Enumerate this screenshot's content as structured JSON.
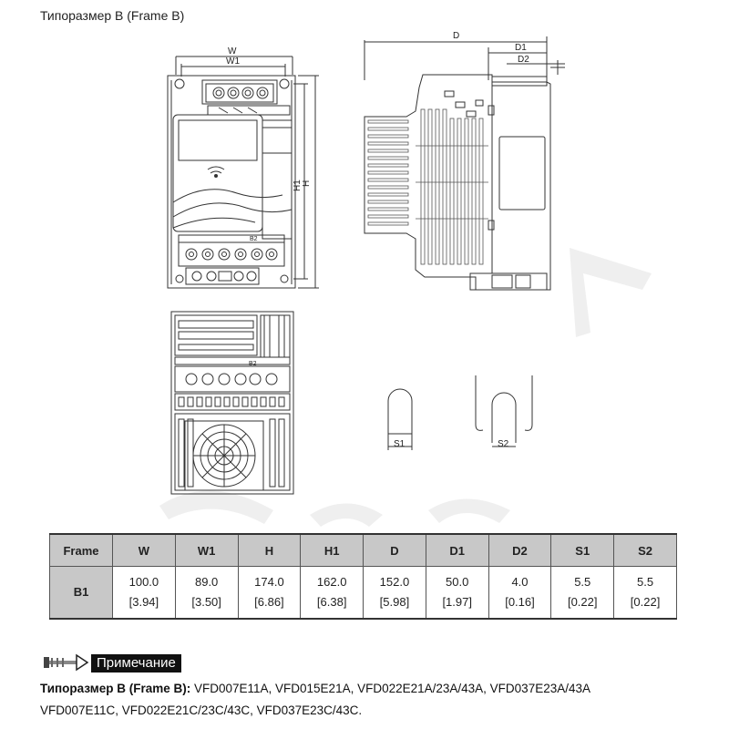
{
  "title": "Типоразмер B (Frame B)",
  "drawing": {
    "front_labels": {
      "w": "W",
      "w1": "W1",
      "h": "H",
      "h1": "H1"
    },
    "side_labels": {
      "d": "D",
      "d1": "D1",
      "d2": "D2"
    },
    "terminal_labels": {
      "b2": "B2"
    },
    "slot_labels": {
      "s1": "S1",
      "s2": "S2"
    }
  },
  "table": {
    "headers": [
      "Frame",
      "W",
      "W1",
      "H",
      "H1",
      "D",
      "D1",
      "D2",
      "S1",
      "S2"
    ],
    "rows": [
      {
        "frame": "B1",
        "mm": [
          "100.0",
          "89.0",
          "174.0",
          "162.0",
          "152.0",
          "50.0",
          "4.0",
          "5.5",
          "5.5"
        ],
        "inch": [
          "[3.94]",
          "[3.50]",
          "[6.86]",
          "[6.38]",
          "[5.98]",
          "[1.97]",
          "[0.16]",
          "[0.22]",
          "[0.22]"
        ]
      }
    ]
  },
  "note": {
    "heading": "Примечание",
    "label": "Типоразмер B (Frame B):",
    "models_line1": " VFD007E11A, VFD015E21A, VFD022E21A/23A/43A, VFD037E23A/43A",
    "models_line2": "VFD007E11C, VFD022E21C/23C/43C, VFD037E23C/43C."
  }
}
